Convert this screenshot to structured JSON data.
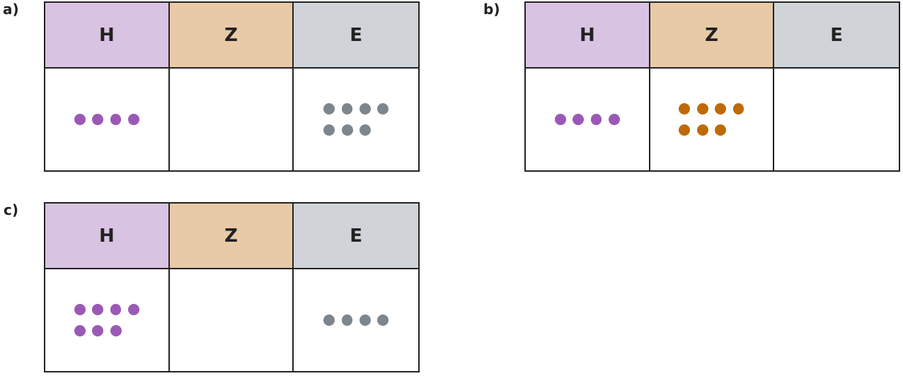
{
  "colors": {
    "H": "#d9c3e2",
    "Z": "#e8caa6",
    "E": "#d0d4d8",
    "purple_dot": "#9b59b6",
    "orange_dot": "#bf6a08",
    "gray_dot": "#7d868c"
  },
  "panels": [
    {
      "label": "a)",
      "headers": [
        "H",
        "Z",
        "E"
      ],
      "cells": [
        {
          "count": 4,
          "dot_color": "purple_dot"
        },
        {
          "count": 0,
          "dot_color": "orange_dot"
        },
        {
          "count": 7,
          "dot_color": "gray_dot"
        }
      ]
    },
    {
      "label": "b)",
      "headers": [
        "H",
        "Z",
        "E"
      ],
      "cells": [
        {
          "count": 4,
          "dot_color": "purple_dot"
        },
        {
          "count": 7,
          "dot_color": "orange_dot"
        },
        {
          "count": 0,
          "dot_color": "gray_dot"
        }
      ]
    },
    {
      "label": "c)",
      "headers": [
        "H",
        "Z",
        "E"
      ],
      "cells": [
        {
          "count": 7,
          "dot_color": "purple_dot"
        },
        {
          "count": 0,
          "dot_color": "orange_dot"
        },
        {
          "count": 4,
          "dot_color": "gray_dot"
        }
      ]
    }
  ]
}
